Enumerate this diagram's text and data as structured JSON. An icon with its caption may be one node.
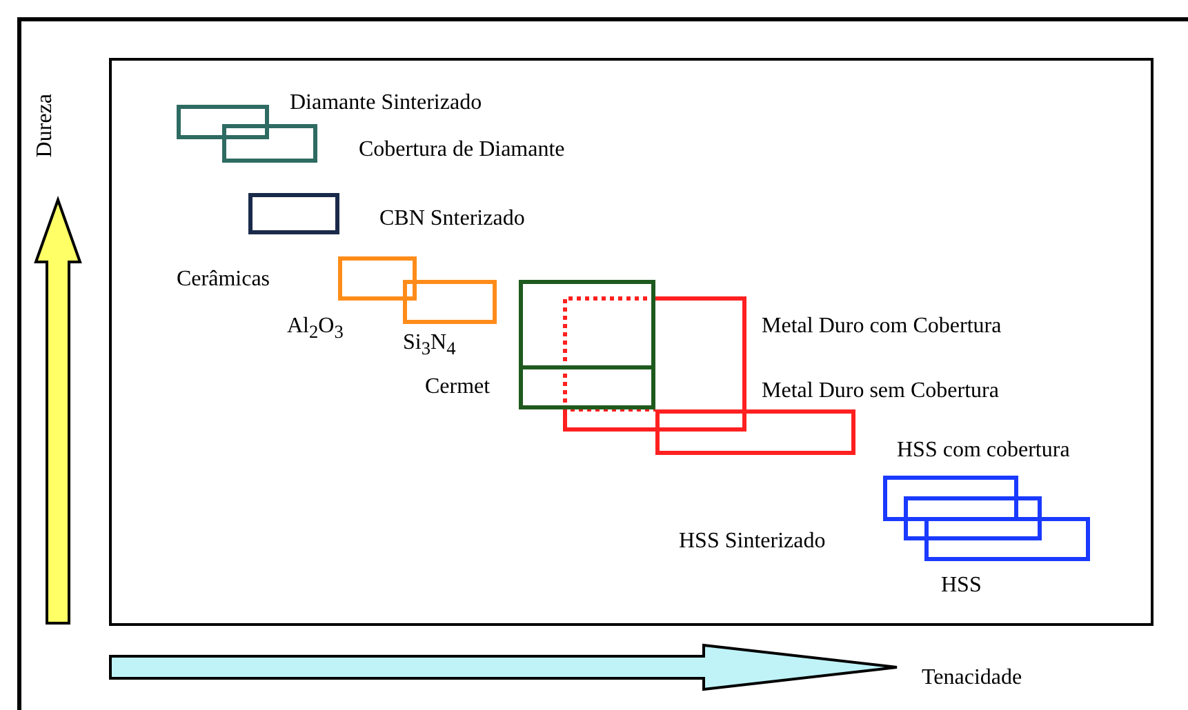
{
  "diagram": {
    "nodes": [
      {
        "text": [],
        "shape": "box",
        "beside": [
          "Diamante Sinterizado"
        ]
      },
      {
        "text": [],
        "shape": "box",
        "beside": [
          "Cobertura de Diamante"
        ]
      },
      {
        "text": [],
        "shape": "box",
        "beside": [
          "CBN Snterizado"
        ]
      },
      {
        "text": [],
        "shape": "box",
        "beside": [
          "Al$_{2}$O$_{3}$"
        ]
      },
      {
        "text": [],
        "shape": "box",
        "beside": [
          "Si$_{3}$N$_{4}$"
        ]
      },
      {
        "text": [],
        "shape": "box",
        "beside": [
          "Cermet"
        ]
      },
      {
        "text": [],
        "shape": "box",
        "beside": [
          "Metal Duro com Cobertura"
        ]
      },
      {
        "text": [],
        "shape": "box",
        "beside": [
          "Metal Duro sem Cobertura"
        ]
      },
      {
        "text": [],
        "shape": "box",
        "beside": [
          "HSS com cobertura"
        ]
      },
      {
        "text": [],
        "shape": "box",
        "beside": [
          "HSS Sinterizado"
        ]
      },
      {
        "text": [],
        "shape": "box",
        "beside": [
          "HSS"
        ]
      }
    ],
    "edges": [],
    "labels": [
      "Dureza",
      "Cerâmicas",
      "Tenacidade"
    ]
  }
}
